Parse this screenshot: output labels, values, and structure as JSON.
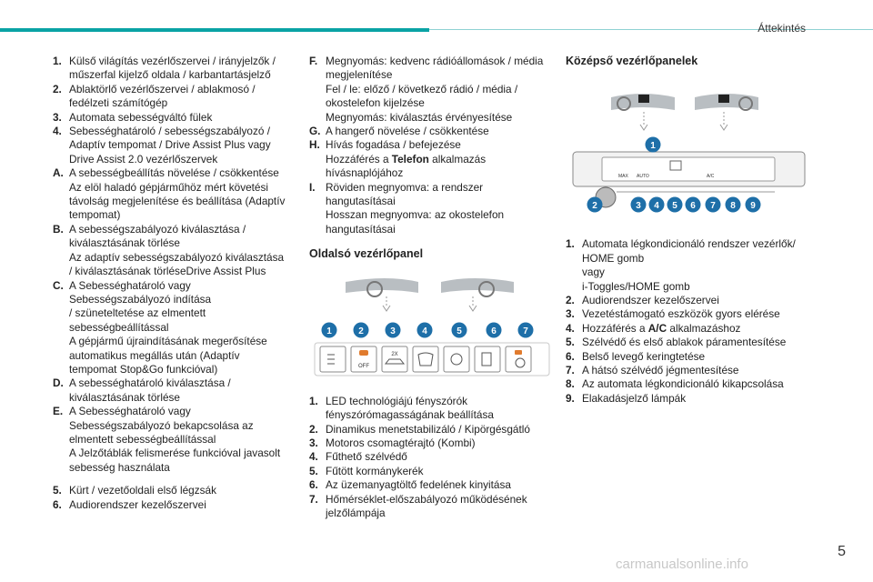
{
  "header": {
    "title": "Áttekintés"
  },
  "page_number": "5",
  "watermark": "carmanualsonline.info",
  "col1": [
    {
      "key": "1.",
      "lines": [
        "Külső világítás vezérlőszervei / irányjelzők /",
        "műszerfal kijelző oldala / karbantartásjelző"
      ]
    },
    {
      "key": "2.",
      "lines": [
        "Ablaktörlő vezérlőszervei / ablakmosó /",
        "fedélzeti számítógép"
      ]
    },
    {
      "key": "3.",
      "lines": [
        "Automata sebességváltó fülek"
      ]
    },
    {
      "key": "4.",
      "lines": [
        "Sebességhatároló / sebességszabályozó /",
        "Adaptív tempomat / Drive Assist Plus vagy",
        "Drive Assist 2.0 vezérlőszervek"
      ]
    },
    {
      "key": "A.",
      "lines": [
        "A sebességbeállítás növelése / csökkentése",
        "Az elöl haladó gépjárműhöz mért követési",
        "távolság megjelenítése és beállítása (Adaptív",
        "tempomat)"
      ]
    },
    {
      "key": "B.",
      "lines": [
        "A sebességszabályozó kiválasztása /",
        "kiválasztásának törlése",
        "Az adaptív sebességszabályozó kiválasztása",
        "/ kiválasztásának törléseDrive Assist Plus"
      ]
    },
    {
      "key": "C.",
      "lines": [
        "A Sebességhatároló vagy",
        "Sebességszabályozó indítása",
        "/ szüneteltetése az elmentett",
        "sebességbeállítással",
        "A gépjármű újraindításának megerősítése",
        "automatikus megállás után (Adaptív",
        "tempomat Stop&Go funkcióval)"
      ]
    },
    {
      "key": "D.",
      "lines": [
        "A sebességhatároló kiválasztása /",
        "kiválasztásának törlése"
      ]
    },
    {
      "key": "E.",
      "lines": [
        "A Sebességhatároló vagy",
        "Sebességszabályozó bekapcsolása az",
        "elmentett sebességbeállítással",
        "A Jelzőtáblák felismerése funkcióval javasolt",
        "sebesség használata"
      ]
    }
  ],
  "col1b": [
    {
      "key": "5.",
      "lines": [
        "Kürt / vezetőoldali első légzsák"
      ]
    },
    {
      "key": "6.",
      "lines": [
        "Audiorendszer kezelőszervei"
      ]
    }
  ],
  "col2": [
    {
      "key": "F.",
      "lines": [
        "Megnyomás: kedvenc rádióállomások / média",
        "megjelenítése",
        "Fel / le: előző / következő rádió / média /",
        "okostelefon kijelzése",
        "Megnyomás: kiválasztás érvényesítése"
      ]
    },
    {
      "key": "G.",
      "lines": [
        "A hangerő növelése / csökkentése"
      ]
    },
    {
      "key": "H.",
      "lines": [
        "Hívás fogadása / befejezése",
        "Hozzáférés a |Telefon| alkalmazás",
        "hívásnaplójához"
      ]
    },
    {
      "key": "I.",
      "lines": [
        "Röviden megnyomva: a rendszer",
        "hangutasításai",
        "Hosszan megnyomva: az okostelefon",
        "hangutasításai"
      ]
    }
  ],
  "side_panel": {
    "title": "Oldalsó vezérlőpanel",
    "badges": [
      "1",
      "2",
      "3",
      "4",
      "5",
      "6",
      "7"
    ],
    "items": [
      {
        "key": "1.",
        "lines": [
          "LED technológiájú fényszórók",
          "fényszórómagasságának beállítása"
        ]
      },
      {
        "key": "2.",
        "lines": [
          "Dinamikus menetstabilizáló / Kipörgésgátló"
        ]
      },
      {
        "key": "3.",
        "lines": [
          "Motoros csomagtérajtó (Kombi)"
        ]
      },
      {
        "key": "4.",
        "lines": [
          "Fűthető szélvédő"
        ]
      },
      {
        "key": "5.",
        "lines": [
          "Fűtött kormánykerék"
        ]
      },
      {
        "key": "6.",
        "lines": [
          "Az üzemanyagtöltő fedelének kinyitása"
        ]
      },
      {
        "key": "7.",
        "lines": [
          "Hőmérséklet-előszabályozó működésének",
          "jelzőlámpája"
        ]
      }
    ],
    "button_labels": {
      "off": "OFF",
      "twox": "2X"
    }
  },
  "center_panel": {
    "title": "Középső vezérlőpanelek",
    "badges": [
      "1",
      "2",
      "3",
      "4",
      "5",
      "6",
      "7",
      "8",
      "9"
    ],
    "button_labels": {
      "auto": "AUTO",
      "ac": "A/C",
      "max": "MAX"
    },
    "items": [
      {
        "key": "1.",
        "lines": [
          "Automata légkondicionáló rendszer vezérlők/",
          "HOME gomb",
          "vagy",
          "i-Toggles/HOME gomb"
        ]
      },
      {
        "key": "2.",
        "lines": [
          "Audiorendszer kezelőszervei"
        ]
      },
      {
        "key": "3.",
        "lines": [
          "Vezetéstámogató eszközök gyors elérése"
        ]
      },
      {
        "key": "4.",
        "lines": [
          "Hozzáférés a |A/C| alkalmazáshoz"
        ]
      },
      {
        "key": "5.",
        "lines": [
          "Szélvédő és első ablakok páramentesítése"
        ]
      },
      {
        "key": "6.",
        "lines": [
          "Belső levegő keringtetése"
        ]
      },
      {
        "key": "7.",
        "lines": [
          "A hátsó szélvédő jégmentesítése"
        ]
      },
      {
        "key": "8.",
        "lines": [
          "Az automata légkondicionáló kikapcsolása"
        ]
      },
      {
        "key": "9.",
        "lines": [
          "Elakadásjelző lámpák"
        ]
      }
    ]
  },
  "colors": {
    "accent": "#0aa3a5",
    "badge": "#1e6fa8"
  }
}
